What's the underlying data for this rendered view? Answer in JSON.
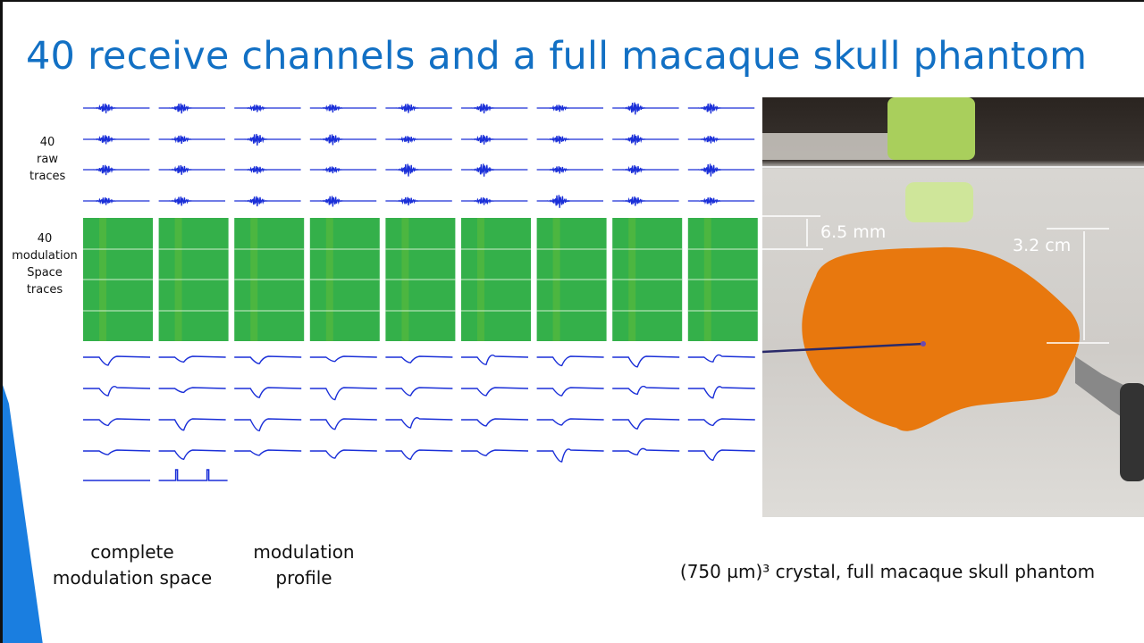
{
  "title": "40 receive channels and a full macaque skull phantom",
  "labels": {
    "raw": [
      "40",
      "raw",
      "traces"
    ],
    "modulation": [
      "40",
      "modulation",
      "Space",
      "traces"
    ]
  },
  "captions": {
    "complete": [
      "complete",
      "modulation space"
    ],
    "profile": [
      "modulation",
      "profile"
    ],
    "photo": "(750 µm)³ crystal, full macaque skull phantom"
  },
  "photo": {
    "depth_label": "6.5 mm",
    "height_label": "3.2 cm"
  },
  "colors": {
    "title": "#1270c4",
    "trace": "#1a2fd8",
    "heatmap": "#34b04a",
    "skull": "#e8780e",
    "accent": "#1a7ee0"
  }
}
